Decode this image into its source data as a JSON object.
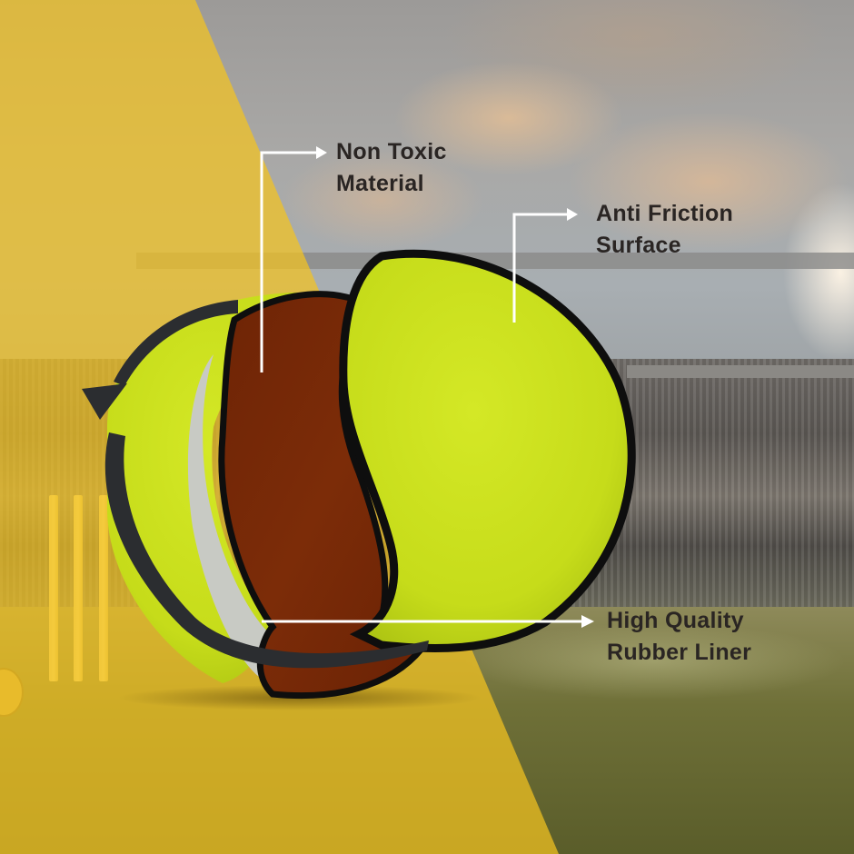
{
  "image": {
    "subject": "Sliced tennis-style cricket ball cross-section over stadium background",
    "colors": {
      "felt": "#c9e01c",
      "core": "#7a2a08",
      "overlay_yellow": "#f4c420",
      "outline": "#111111",
      "arrow_dark": "#2b2d30",
      "callout_line": "#ffffff",
      "label_text": "#2a2523"
    }
  },
  "callouts": [
    {
      "id": "non-toxic",
      "line1": "Non Toxic",
      "line2": "Material"
    },
    {
      "id": "anti-friction",
      "line1": "Anti Friction",
      "line2": "Surface"
    },
    {
      "id": "rubber-liner",
      "line1": "High Quality",
      "line2": "Rubber Liner"
    }
  ],
  "icons": {
    "rotation": "curved-rotation-arrow-icon",
    "callout": "right-arrow-icon"
  }
}
